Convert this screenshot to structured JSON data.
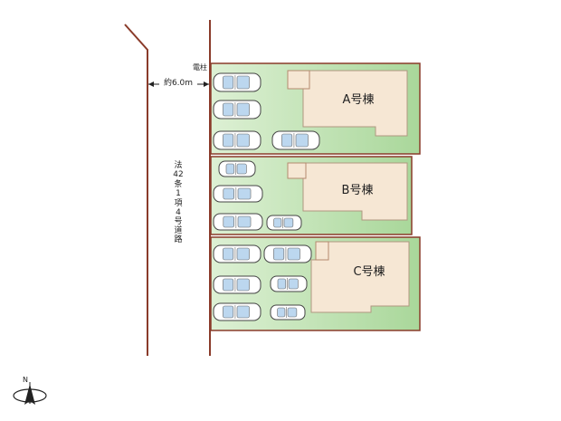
{
  "road": {
    "width_label": "約6.0m",
    "type_chars": [
      "法",
      "42",
      "条",
      "1",
      "項",
      "4",
      "号",
      "道",
      "路"
    ]
  },
  "utility_pole_label": "電柱",
  "lots": [
    {
      "name": "A号棟"
    },
    {
      "name": "B号棟"
    },
    {
      "name": "C号棟"
    }
  ],
  "compass": {
    "north_label": "N"
  },
  "colors": {
    "lot_fill": "#a9d79a",
    "lot_fill_light": "#ddf0d4",
    "lot_border": "#8a3b2a",
    "building_fill": "#f6e7d4",
    "road_line": "#8a3b2a",
    "car_window": "#bcd7ef",
    "car_body": "#ffffff"
  },
  "icons": [
    "car-icon",
    "compass-icon",
    "utility-pole-icon"
  ]
}
